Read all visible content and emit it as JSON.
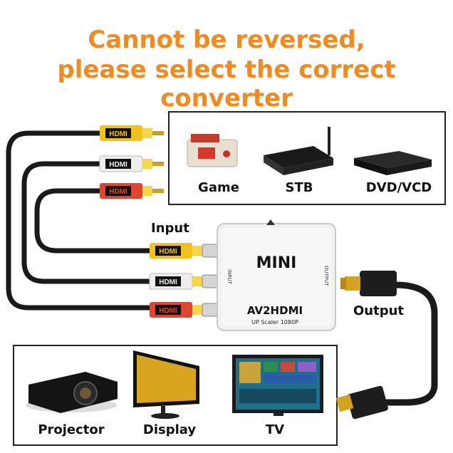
{
  "headline": {
    "line1": "Cannot be reversed,",
    "line2": "please select the correct converter"
  },
  "source_devices": [
    {
      "label": "Game",
      "icon": "game-console-icon"
    },
    {
      "label": "STB",
      "icon": "set-top-box-icon"
    },
    {
      "label": "DVD/VCD",
      "icon": "dvd-player-icon"
    }
  ],
  "output_devices": [
    {
      "label": "Projector",
      "icon": "projector-icon"
    },
    {
      "label": "Display",
      "icon": "monitor-icon"
    },
    {
      "label": "TV",
      "icon": "tv-icon"
    }
  ],
  "converter": {
    "brand": "MINI",
    "model": "AV2HDMI",
    "subtitle": "UP Scaler 1080P",
    "input_side": "INPUT",
    "output_side": "OUTPUT"
  },
  "labels": {
    "input": "Input",
    "output": "Output"
  },
  "rca_plug_text": "HDMI",
  "colors": {
    "headline": "#f28a1e",
    "rca_yellow": "#f2c21b",
    "rca_white": "#eeeeee",
    "rca_red": "#e0452f",
    "cable": "#1a1a1a"
  }
}
